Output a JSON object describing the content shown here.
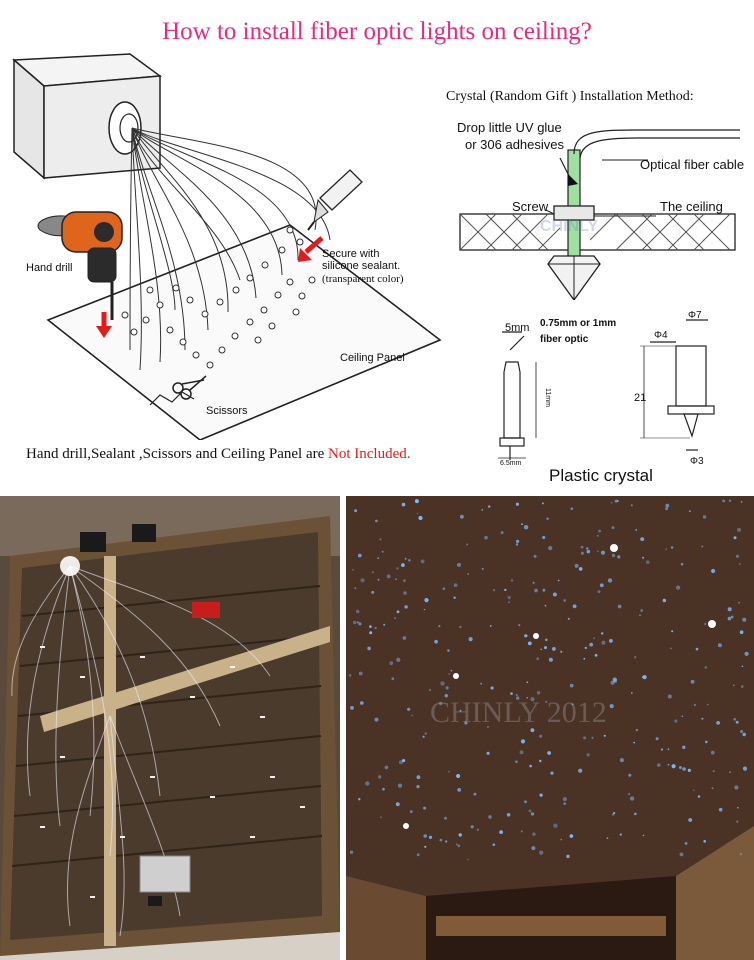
{
  "title": "How to install fiber optic lights on ceiling?",
  "left_diagram": {
    "hand_drill": "Hand drill",
    "secure_line1": "Secure with",
    "secure_line2": "silicone sealant.",
    "secure_line3": "(transparent color)",
    "ceiling_panel": "Ceiling Panel",
    "scissors": "Scissors"
  },
  "crystal_diagram": {
    "heading": "Crystal (Random Gift ) Installation Method:",
    "glue_line1": "Drop little UV glue",
    "glue_line2": "or 306 adhesives",
    "optical_cable": "Optical fiber cable",
    "screw": "Screw",
    "the_ceiling": "The ceiling",
    "watermark": "CHINLY"
  },
  "dimension_diagram": {
    "dim_5mm": "5mm",
    "fiber_line1": "0.75mm or 1mm",
    "fiber_line2": "fiber optic",
    "phi7": "Φ7",
    "phi4": "Φ4",
    "h21": "21",
    "phi3": "Φ3",
    "small_len": "11mm",
    "small_base": "6.5mm",
    "plastic_crystal": "Plastic crystal"
  },
  "note": {
    "prefix": "Hand drill,Sealant ,Scissors and Ceiling Panel are ",
    "highlight": "Not Included."
  },
  "photos": {
    "right_watermark": "CHINLY 2012"
  },
  "colors": {
    "title": "#e8297f",
    "highlight": "#e31b1b",
    "drill": "#e0651c",
    "ceiling_star": "#2a5dff"
  }
}
